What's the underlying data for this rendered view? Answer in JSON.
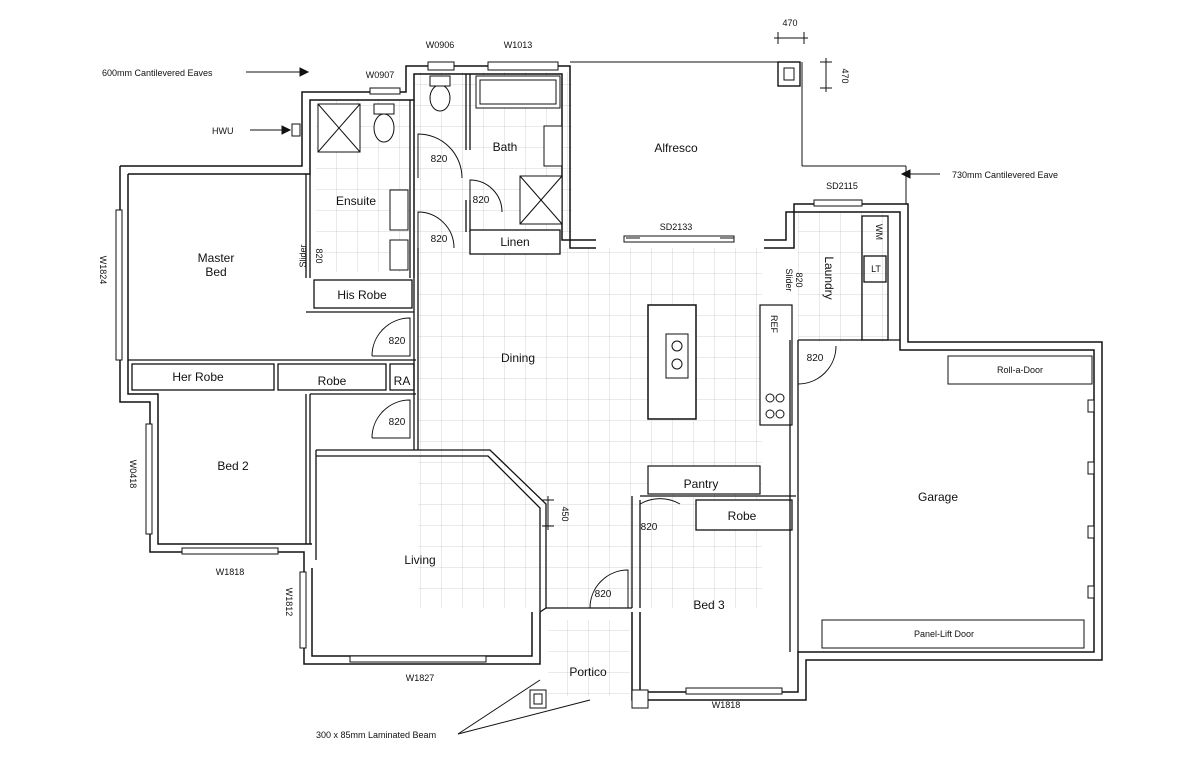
{
  "plan": {
    "rooms": {
      "alfresco": "Alfresco",
      "bath": "Bath",
      "ensuite": "Ensuite",
      "master_bed_1": "Master",
      "master_bed_2": "Bed",
      "his_robe": "His Robe",
      "her_robe": "Her Robe",
      "robe_middle": "Robe",
      "ra": "RA",
      "linen": "Linen",
      "dining": "Dining",
      "laundry": "Laundry",
      "wm": "WM",
      "lt": "LT",
      "ref": "REF",
      "pantry": "Pantry",
      "garage": "Garage",
      "bed_2": "Bed 2",
      "living": "Living",
      "bed_3": "Bed 3",
      "robe_bed3": "Robe",
      "portico": "Portico",
      "roll_a_door": "Roll-a-Door",
      "panel_lift_door": "Panel-Lift Door"
    },
    "windows": {
      "w0906": "W0906",
      "w1013": "W1013",
      "w0907": "W0907",
      "w1824": "W1824",
      "w0418": "W0418",
      "w1818_left": "W1818",
      "w1812": "W1812",
      "w1827": "W1827",
      "w1818_right": "W1818",
      "sd2133": "SD2133",
      "sd2115": "SD2115"
    },
    "doors": {
      "d_toilet": "820",
      "d_bath": "820",
      "d_hall": "820",
      "d_ensuite_slider": "820",
      "d_ensuite_slider_text": "Slider",
      "d_master": "820",
      "d_bed2": "820",
      "d_laundry_slider": "820",
      "d_laundry_slider_text": "Slider",
      "d_garage": "820",
      "d_bed3": "820",
      "d_entry": "820"
    },
    "dimensions": {
      "dim_470_h": "470",
      "dim_470_v": "470",
      "dim_450": "450"
    },
    "notes": {
      "eaves_600": "600mm Cantilevered Eaves",
      "hwu": "HWU",
      "eave_730": "730mm Cantilevered Eave",
      "beam": "300 x 85mm Laminated Beam"
    }
  }
}
